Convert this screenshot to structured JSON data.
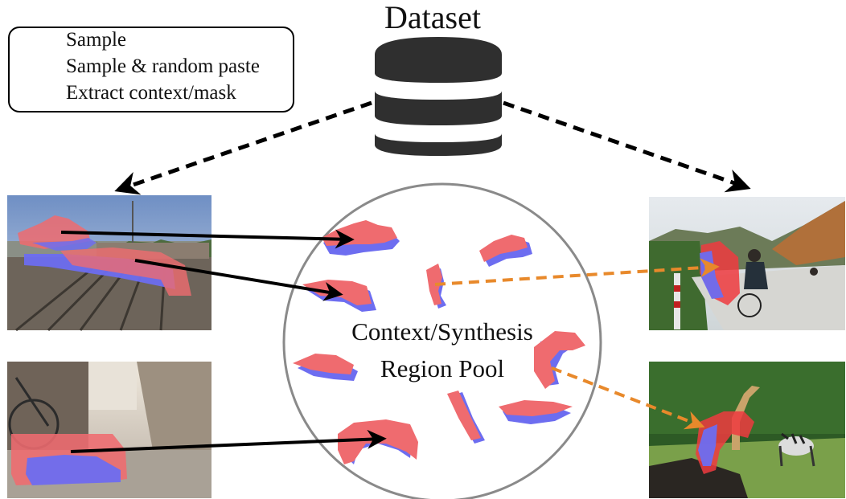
{
  "title": "Dataset",
  "legend": {
    "sample": "Sample",
    "sample_paste": "Sample & random paste",
    "extract": "Extract context/mask"
  },
  "pool": {
    "line1": "Context/Synthesis",
    "line2": "Region Pool"
  },
  "colors": {
    "sample_arrow": "#000000",
    "paste_arrow": "#e8892b",
    "context_region": "#ef6b6f",
    "mask_region": "#6e6ef2",
    "database": "#2f2f2f",
    "pool_circle": "#8a8a8a"
  },
  "images": {
    "top_left": "train-station-photo",
    "bottom_left": "street-dog-photo",
    "top_right": "cyclists-road-photo",
    "bottom_right": "zebras-giraffe-photo"
  }
}
